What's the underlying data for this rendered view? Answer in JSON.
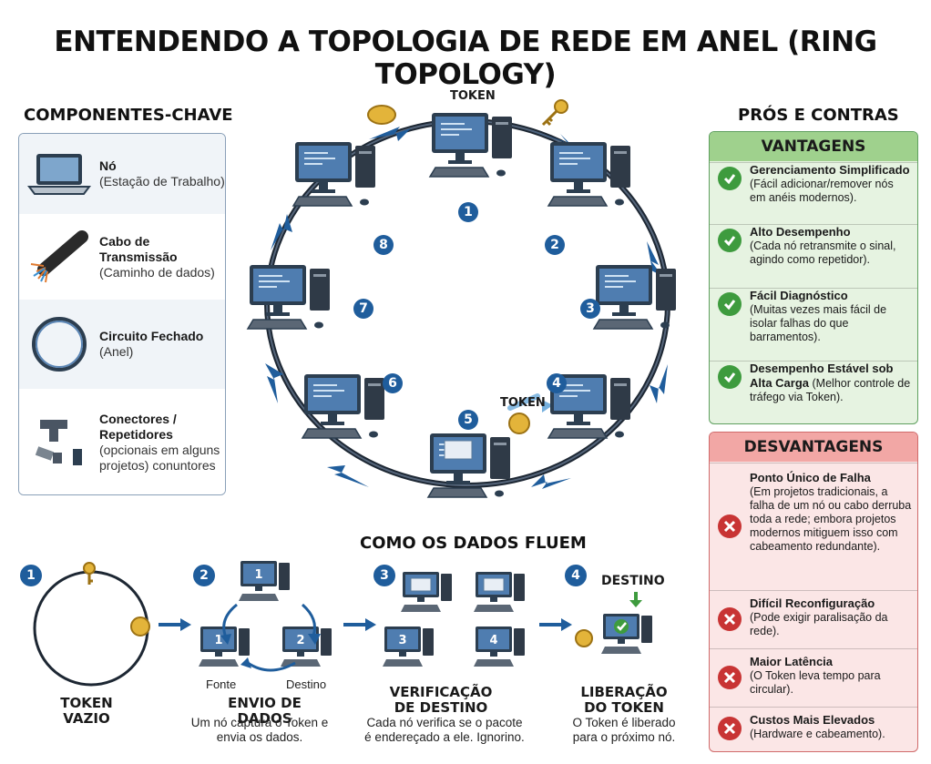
{
  "title": "ENTENDENDO A TOPOLOGIA DE REDE EM ANEL (RING TOPOLOGY)",
  "components": {
    "heading": "COMPONENTES-CHAVE",
    "items": [
      {
        "name": "Nó",
        "desc": "(Estação de Trabalho)",
        "icon": "laptop-icon"
      },
      {
        "name": "Cabo de Transmissão",
        "desc": "(Caminho de dados)",
        "icon": "cable-icon"
      },
      {
        "name": "Circuito Fechado",
        "desc": "(Anel)",
        "icon": "ring-icon"
      },
      {
        "name": "Conectores / Repetidores",
        "desc": "(opcionais em alguns projetos) conuntores",
        "icon": "connector-icon"
      }
    ]
  },
  "ring": {
    "token_top": "TOKEN",
    "token_bottom": "TOKEN",
    "nodes": [
      "1",
      "2",
      "3",
      "4",
      "5",
      "6",
      "7",
      "8"
    ]
  },
  "flow": {
    "heading": "COMO OS DADOS FLUEM",
    "steps": [
      {
        "num": "1",
        "title": "TOKEN VAZIO",
        "desc": ""
      },
      {
        "num": "2",
        "title": "ENVIO DE DADOS",
        "desc": "Um nó captura o Token e envia os dados.",
        "src": "Fonte",
        "dst": "Destino"
      },
      {
        "num": "3",
        "title": "VERIFICAÇÃO DE DESTINO",
        "desc": "Cada nó verifica se o pacote é endereçado a ele. Ignorino."
      },
      {
        "num": "4",
        "title": "LIBERAÇÃO DO TOKEN",
        "desc": "O Token é liberado para o próximo nó.",
        "dest_label": "DESTINO"
      }
    ]
  },
  "proscons": {
    "heading": "PRÓS E CONTRAS",
    "pros_title": "VANTAGENS",
    "pros": [
      {
        "title": "Gerenciamento Simplificado",
        "desc": "(Fácil adicionar/remover nós em anéis modernos)."
      },
      {
        "title": "Alto Desempenho",
        "desc": "(Cada nó retransmite o sinal, agindo como repetidor)."
      },
      {
        "title": "Fácil Diagnóstico",
        "desc": "(Muitas vezes mais fácil de isolar falhas do que barramentos)."
      },
      {
        "title": "Desempenho Estável sob Alta Carga",
        "desc": "(Melhor controle de tráfego via Token)."
      }
    ],
    "cons_title": "DESVANTAGENS",
    "cons": [
      {
        "title": "Ponto Único de Falha",
        "desc": "(Em projetos tradicionais, a falha de um nó ou cabo derruba toda a rede; embora projetos modernos mitiguem isso com cabeamento redundante)."
      },
      {
        "title": "Difícil Reconfiguração",
        "desc": "(Pode exigir paralisação da rede)."
      },
      {
        "title": "Maior Latência",
        "desc": "(O Token leva tempo para circular)."
      },
      {
        "title": "Custos Mais Elevados",
        "desc": "(Hardware e cabeamento)."
      }
    ]
  },
  "colors": {
    "accent": "#1f5d9c",
    "pros_bg": "#e6f3e1",
    "cons_bg": "#fbe6e6",
    "ok": "#3e9b3e",
    "bad": "#c83434"
  }
}
